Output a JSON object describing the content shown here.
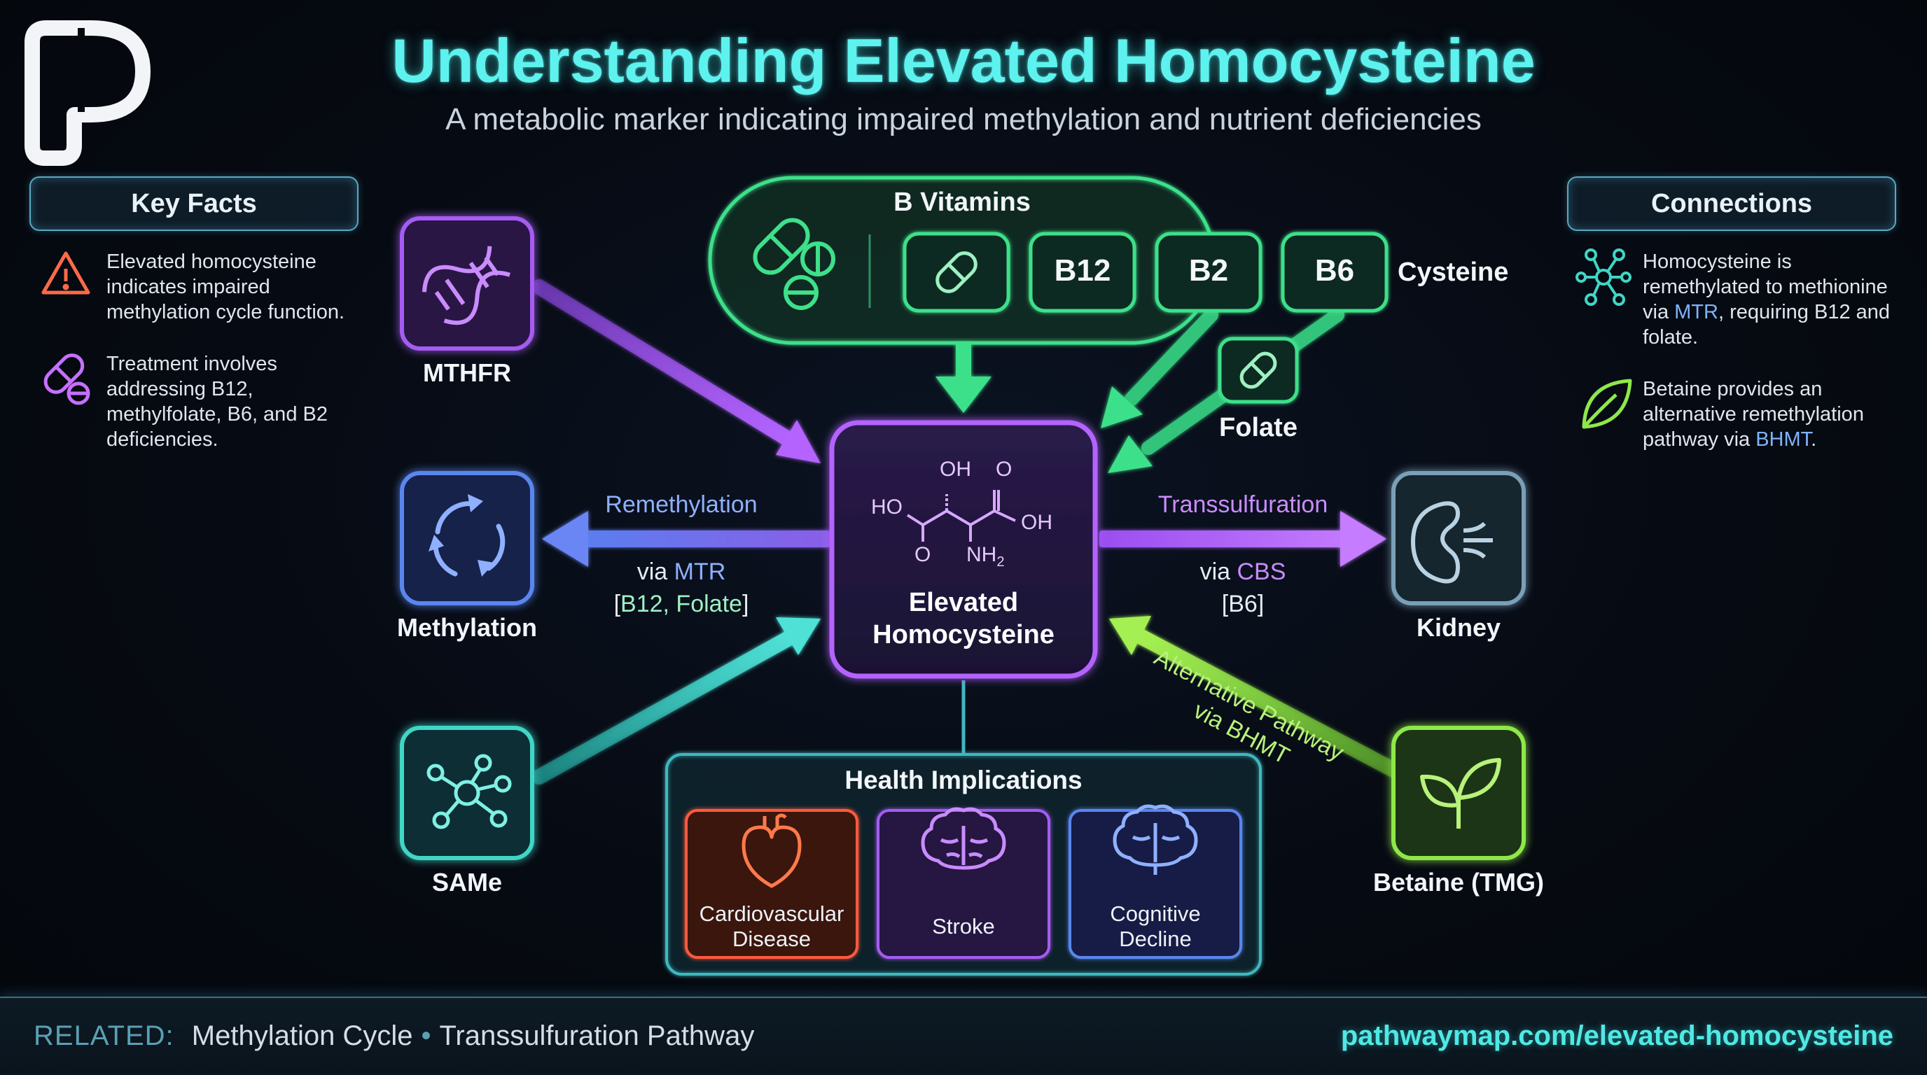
{
  "header": {
    "title": "Understanding Elevated Homocysteine",
    "subtitle": "A metabolic marker indicating impaired methylation and nutrient deficiencies",
    "logo_icon": "pathwaymap-logo-icon"
  },
  "key_facts": {
    "heading": "Key Facts",
    "items": [
      {
        "icon": "warning-icon",
        "text": "Elevated homocysteine indicates impaired methylation cycle function."
      },
      {
        "icon": "pill-icon",
        "text": "Treatment involves addressing B12, methylfolate, B6, and B2 deficiencies."
      }
    ]
  },
  "connections": {
    "heading": "Connections",
    "items": [
      {
        "icon": "molecule-network-icon",
        "text_before": "Homocysteine is remethylated to methionine via ",
        "highlight": "MTR",
        "text_after": ", requiring B12 and folate."
      },
      {
        "icon": "leaf-icon",
        "text_before": "Betaine provides an alternative remethylation pathway via ",
        "highlight": "BHMT",
        "text_after": "."
      }
    ]
  },
  "b_vitamins": {
    "label": "B Vitamins",
    "chips": [
      "B12",
      "B2",
      "B6"
    ],
    "side_label": "Cysteine"
  },
  "nodes": {
    "mthfr": "MTHFR",
    "methylation": "Methylation",
    "same": "SAMe",
    "kidney": "Kidney",
    "betaine": "Betaine (TMG)",
    "folate": "Folate"
  },
  "center": {
    "line1": "Elevated",
    "line2": "Homocysteine",
    "molecule": {
      "oh_top": "OH",
      "o_top": "O",
      "ho_left": "HO",
      "oh_right": "OH",
      "o_bottom": "O",
      "nh2": "NH",
      "nh2_sub": "2"
    }
  },
  "edges": {
    "remethylation": "Remethylation",
    "via_mtr_prefix": "via ",
    "via_mtr_enzyme": "MTR",
    "mtr_cofactors_open": "[",
    "mtr_cofactors": "B12, Folate",
    "mtr_cofactors_close": "]",
    "transsulfuration": "Transsulfuration",
    "via_cbs_prefix": "via ",
    "via_cbs_enzyme": "CBS",
    "cbs_cofactor": "[B6]",
    "alternative": "Alternative Pathway",
    "via_bhmt": "via BHMT"
  },
  "health": {
    "heading": "Health Implications",
    "cards": [
      {
        "icon": "heart-icon",
        "label": "Cardiovascular Disease"
      },
      {
        "icon": "brain-icon",
        "label": "Stroke"
      },
      {
        "icon": "brain-icon",
        "label": "Cognitive Decline"
      }
    ]
  },
  "footer": {
    "related_label": "RELATED:",
    "related_items": [
      "Methylation Cycle",
      "Transsulfuration Pathway"
    ],
    "url": "pathwaymap.com/elevated-homocysteine"
  },
  "colors": {
    "cyan": "#4fe9e4",
    "purple": "#a55cf2",
    "blue": "#5a86ee",
    "teal": "#3fd6c6",
    "green": "#3ee08a",
    "lime": "#8ee84a",
    "red": "#ff5a3c",
    "kidney": "#6a8fa8"
  }
}
